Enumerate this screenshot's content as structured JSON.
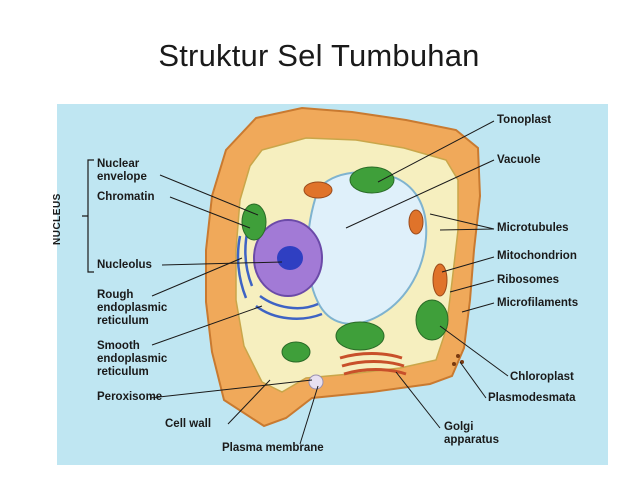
{
  "title": "Struktur Sel Tumbuhan",
  "group_label": "NUCLEUS",
  "labels": {
    "nuclear_envelope": [
      "Nuclear",
      "envelope"
    ],
    "chromatin": "Chromatin",
    "nucleolus": "Nucleolus",
    "rough_er": [
      "Rough",
      "endoplasmic",
      "reticulum"
    ],
    "smooth_er": [
      "Smooth",
      "endoplasmic",
      "reticulum"
    ],
    "peroxisome": "Peroxisome",
    "cell_wall": "Cell wall",
    "plasma_membrane": "Plasma membrane",
    "tonoplast": "Tonoplast",
    "vacuole": "Vacuole",
    "microtubules": "Microtubules",
    "mitochondrion": "Mitochondrion",
    "ribosomes": "Ribosomes",
    "microfilaments": "Microfilaments",
    "chloroplast": "Chloroplast",
    "plasmodesmata": "Plasmodesmata",
    "golgi": [
      "Golgi",
      "apparatus"
    ]
  },
  "colors": {
    "background_panel": "#bfe6f2",
    "cell_wall": "#f0a95a",
    "cytoplasm": "#f6efbf",
    "vacuole": "#dff0fa",
    "nucleus": "#a27ad6",
    "nucleolus": "#2f3fc2",
    "chloroplast": "#3f9f3a",
    "mitochondrion": "#e0732a",
    "rough_er": "#3e63c4",
    "golgi": "#c8502a"
  }
}
